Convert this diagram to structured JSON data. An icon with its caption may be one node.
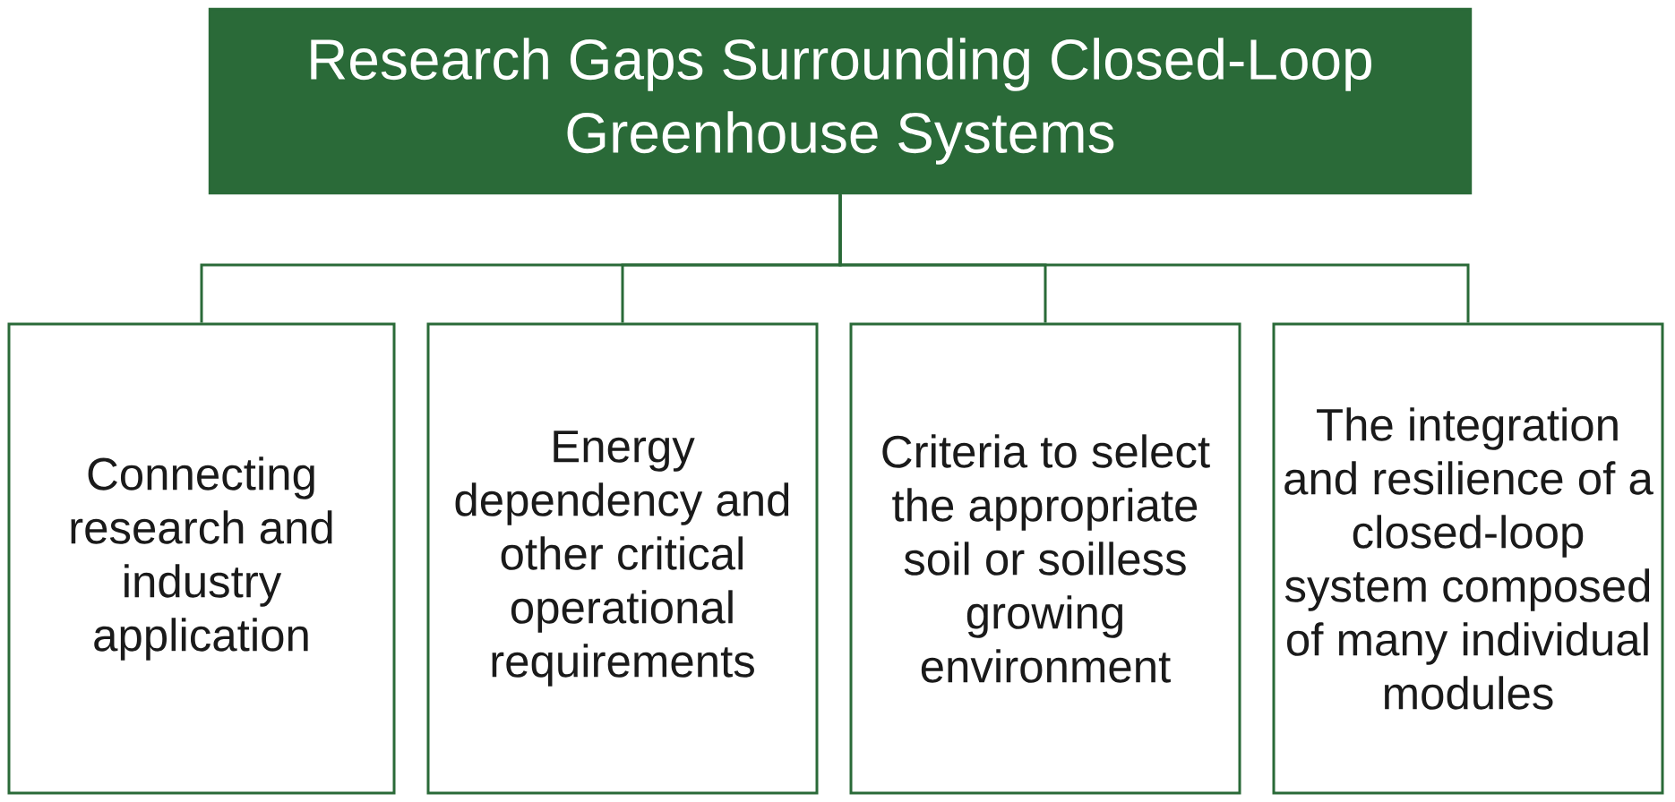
{
  "diagram": {
    "nodes": [
      {
        "text": [
          "Research Gaps Surrounding Closed-Loop Greenhouse Systems"
        ]
      },
      {
        "text": [
          "Connecting research and industry application"
        ]
      },
      {
        "text": [
          "Energy dependency and other critical operational requirements"
        ]
      },
      {
        "text": [
          "Criteria to select the appropriate soil or soilless growing environment"
        ]
      },
      {
        "text": [
          "The integration and resilience of a closed-loop system composed of many individual modules"
        ]
      }
    ],
    "edges": [
      {
        "from": 0,
        "to": 1,
        "arrow": "none"
      },
      {
        "from": 0,
        "to": 2,
        "arrow": "none"
      },
      {
        "from": 0,
        "to": 3,
        "arrow": "none"
      },
      {
        "from": 0,
        "to": 4,
        "arrow": "none"
      }
    ]
  }
}
